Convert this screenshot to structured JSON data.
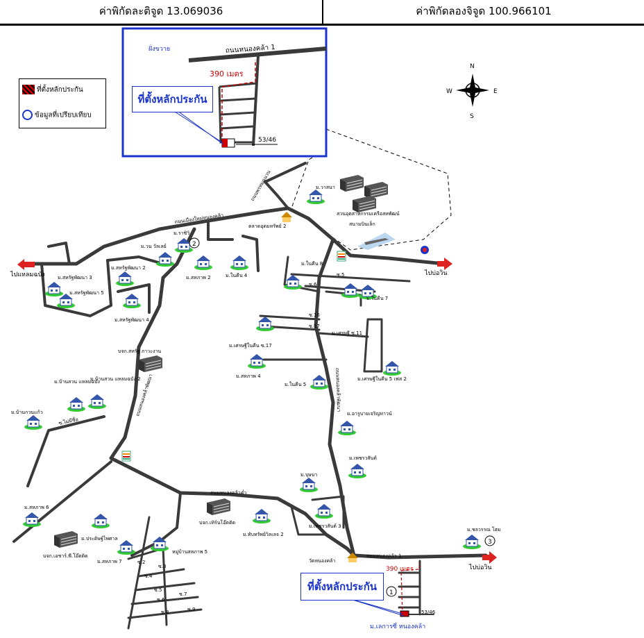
{
  "header": {
    "lat_label": "ค่าพิกัดละติจูด 13.069036",
    "lon_label": "ค่าพิกัดลองจิจูด 100.966101"
  },
  "legend": {
    "collateral": "ที่ตั้งหลักประกัน",
    "comparable": "ข้อมูลที่เปรียบเทียบ"
  },
  "compass": {
    "n": "N",
    "s": "S",
    "e": "E",
    "w": "W"
  },
  "inset": {
    "road": "ถนนหนองคล้า 1",
    "left_label": "ฝั่งขวาย",
    "distance": "390 เมตร",
    "callout": "ที่ตั้งหลักประกัน",
    "number": "53/46"
  },
  "bottom_inset": {
    "callout": "ที่ตั้งหลักประกัน",
    "road": "ถนนหนองคล้า 1",
    "distance": "390 เมตร",
    "number": "53/46",
    "village": "ม.เลการซี่ หนองคล้า",
    "temple": "วัดหนองคล้า",
    "marker1": "1",
    "marker2": "2",
    "marker3": "3"
  },
  "directions": {
    "left": "ไปแหลมฉบัง",
    "right_top": "ไปบ่อวิน",
    "right_bottom": "ไปบ่อวิน"
  },
  "roads": {
    "main_north": "ถนนเมืองใหม่หนองคล้า",
    "vertical_north": "ถนนพรหมฉนวน",
    "west_vertical": "ถนนหนองคล้าพัฒนา",
    "south_main": "ถนนหนองคล้า 1",
    "mid_vertical": "ถนนหนองคล้าพัฒนา",
    "south_road": "ถนนหนองคล้าค่ำ",
    "soi_mainkwan": "ซ.ไม่มีชื่อ"
  },
  "places": {
    "ind_estate": "สวนอุตสาหกรรมเครือสหพัฒน์",
    "airport": "สนามบินเล็ก",
    "market": "ตลาดอุดมทรัพย์ 2",
    "ban_wattana": "ม.วาสนา",
    "factory1": "บจก.สหรัฐ ภาวะงาน",
    "factory2": "บจก.เทิร์นโอ๊ตติด",
    "factory3": "บจก.เอชาร์.พี.โอ๊ตติด"
  },
  "villages": [
    "ม.ในคืน 8",
    "ม.ราชิวิ",
    "ม.วน วัลเลย์",
    "ม.สหรัฐพัฒนา 2",
    "ม.สหภาพ 2",
    "ม.ในคืน 4",
    "ม.สหรัฐพัฒนา 3",
    "ม.สหรัฐพัฒนา 5",
    "ม.สหรัฐพัฒนา 4",
    "ม.ในคืน 7",
    "ม.เศรษฐีในคืน ซ.17",
    "ม.สหภาพ 4",
    "ม.ในคืน 5",
    "ม.เศรษฐี ซ.11",
    "ม.เศรษฐีในคืน 5 เฟส 2",
    "ม.บ้านสวน แหลมฉบัง",
    "ม.บ้านสวน แหลมฉบัง 2",
    "ม.บ้านกวนแก้ว",
    "ม.อารูบายเจริญทาวน์",
    "ม.เพชรวสันต์",
    "ม.บุษบา",
    "ม.เพชรวสันต์ 3",
    "ม.สหภาพ 6",
    "ม.ประดิษฐ์ไพศาล",
    "ม.สหภาพ 7",
    "หมู่บ้านสหภาพ 5",
    "ม.ทับทรัพย์วิลเลจ 2",
    "ม.ชลวรรณ โฮม"
  ],
  "soi": [
    "ซ.6",
    "ซ.5",
    "ซ.16",
    "ซ.17",
    "ซ.2",
    "ซ.3",
    "ซ.4",
    "ซ.5",
    "ซ.6",
    "ซ.7",
    "ซ.8",
    "ซ.9"
  ],
  "colors": {
    "road": "#3a3a3a",
    "accent_red": "#cc0000",
    "accent_blue": "#1a33cc",
    "house": "#3355aa",
    "grass": "#33cc33"
  }
}
